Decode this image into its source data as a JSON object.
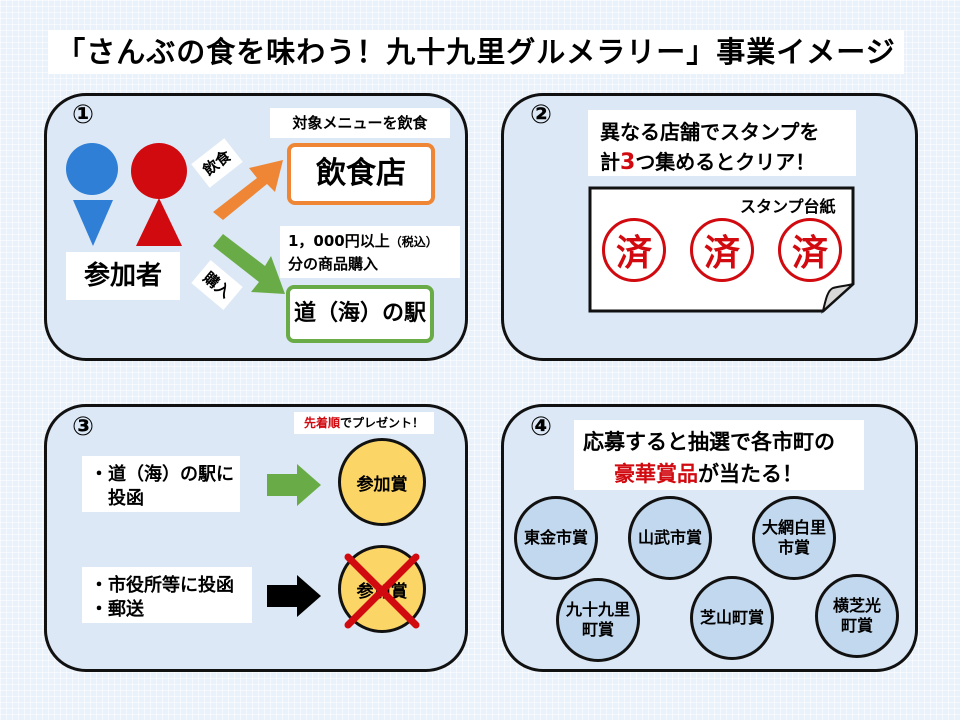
{
  "title": "「さんぶの食を味わう！九十九里グルメラリー」事業イメージ",
  "panel1": {
    "num": "①",
    "participant": "参加者",
    "eat_tag": "飲食",
    "buy_tag": "購入",
    "menu_text": "対象メニューを飲食",
    "restaurant": "飲食店",
    "purchase_line1": "1，000円以上",
    "purchase_tax": "（税込）",
    "purchase_line2": "分の商品購入",
    "station": "道（海）の駅",
    "colors": {
      "blue": "#2f7fd6",
      "red": "#d10a10",
      "orange": "#ee8636",
      "green": "#69ac47"
    }
  },
  "panel2": {
    "num": "②",
    "text_line1": "異なる店舗でスタンプを",
    "text_line2_a": "計",
    "text_line2_num": "3",
    "text_line2_b": "つ集めるとクリア！",
    "card_label": "スタンプ台紙",
    "stamps": [
      "済",
      "済",
      "済"
    ]
  },
  "panel3": {
    "num": "③",
    "note_red": "先着順",
    "note_rest": "でプレゼント！",
    "row1_line1": "・道（海）の駅に",
    "row1_line2": "投函",
    "row2_line1": "・市役所等に投函",
    "row2_line2": "・郵送",
    "award": "参加賞",
    "award_crossed": "参加賞"
  },
  "panel4": {
    "num": "④",
    "line1": "応募すると抽選で各市町の",
    "line2_red": "豪華賞品",
    "line2_rest": "が当たる！",
    "prizes": [
      "東金市賞",
      "山武市賞",
      "大網白里\n市賞",
      "九十九里\n町賞",
      "芝山町賞",
      "横芝光\n町賞"
    ]
  }
}
